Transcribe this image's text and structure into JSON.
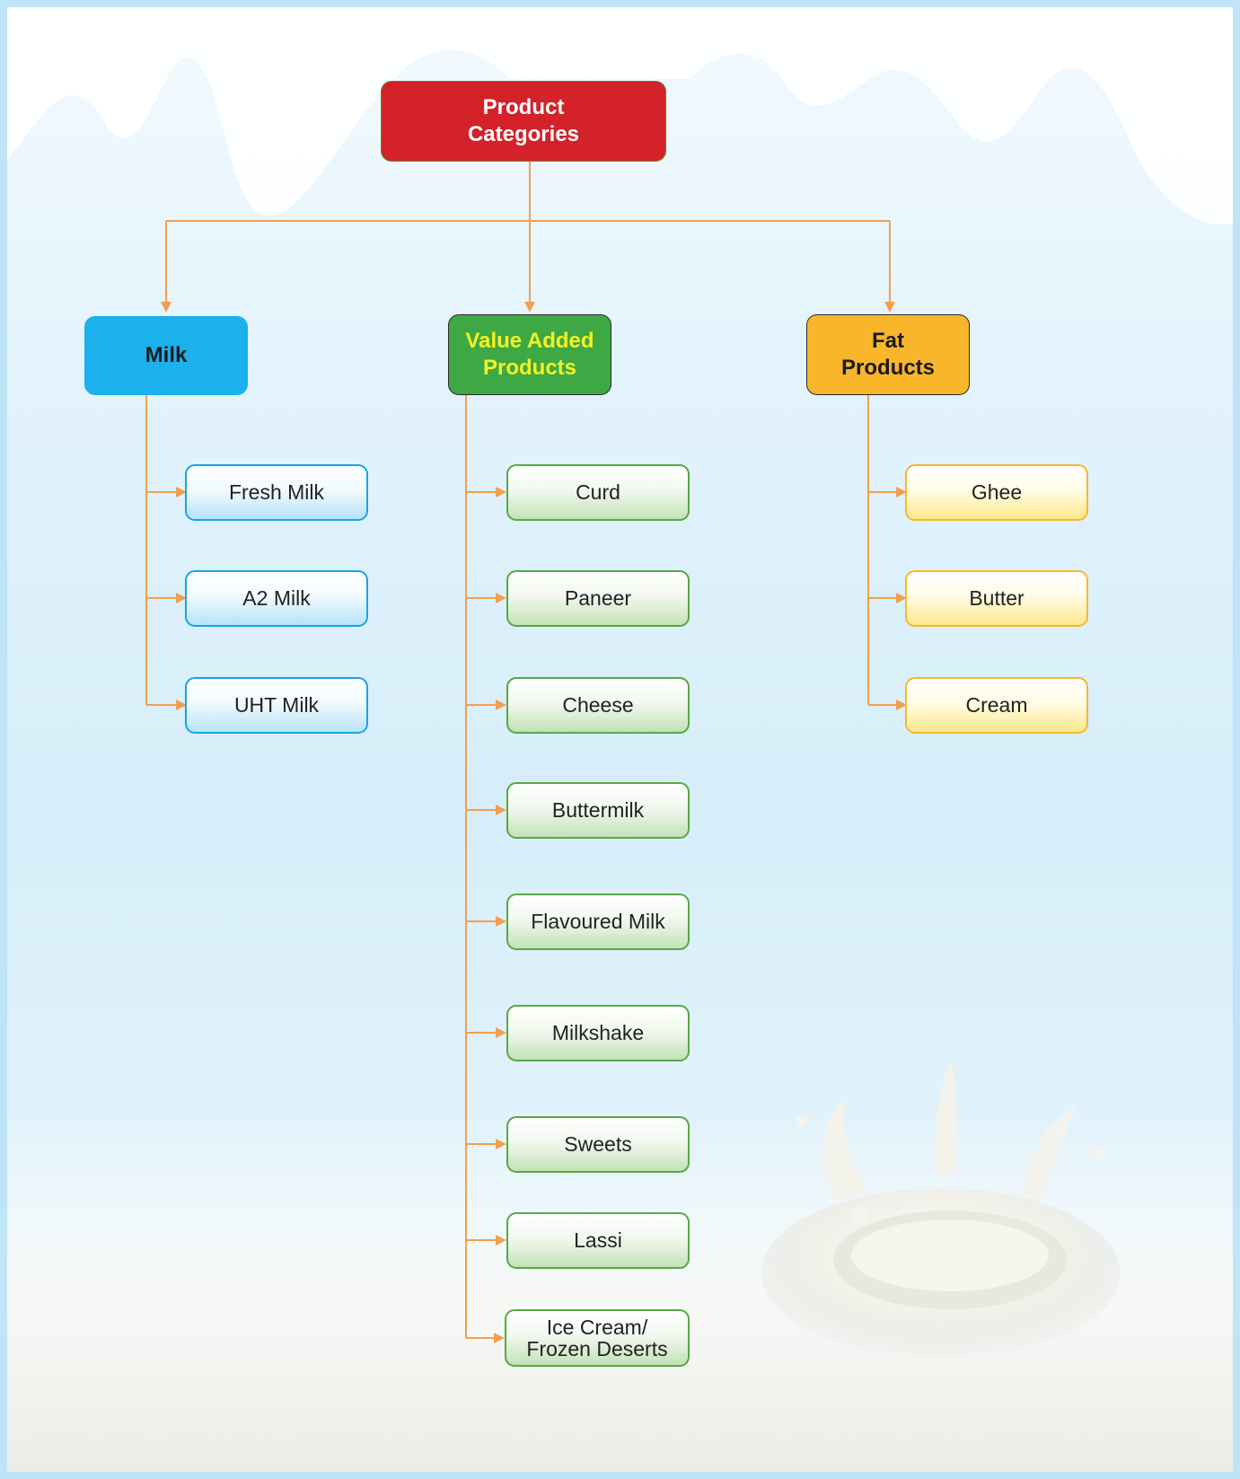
{
  "diagram": {
    "root": "Product Categories",
    "categories": {
      "milk": {
        "label": "Milk",
        "items": [
          "Fresh Milk",
          "A2 Milk",
          "UHT Milk"
        ]
      },
      "value_added": {
        "label": "Value Added Products",
        "items": [
          "Curd",
          "Paneer",
          "Cheese",
          "Buttermilk",
          "Flavoured Milk",
          "Milkshake",
          "Sweets",
          "Lassi",
          "Ice Cream/ Frozen Deserts"
        ]
      },
      "fat": {
        "label": "Fat Products",
        "items": [
          "Ghee",
          "Butter",
          "Cream"
        ]
      }
    }
  },
  "colors": {
    "connector": "#f0a050",
    "root_fill": "#d32229",
    "milk_fill": "#1ab1ec",
    "value_fill": "#3ea845",
    "value_text": "#f5f222",
    "fat_fill": "#f9b62b"
  }
}
